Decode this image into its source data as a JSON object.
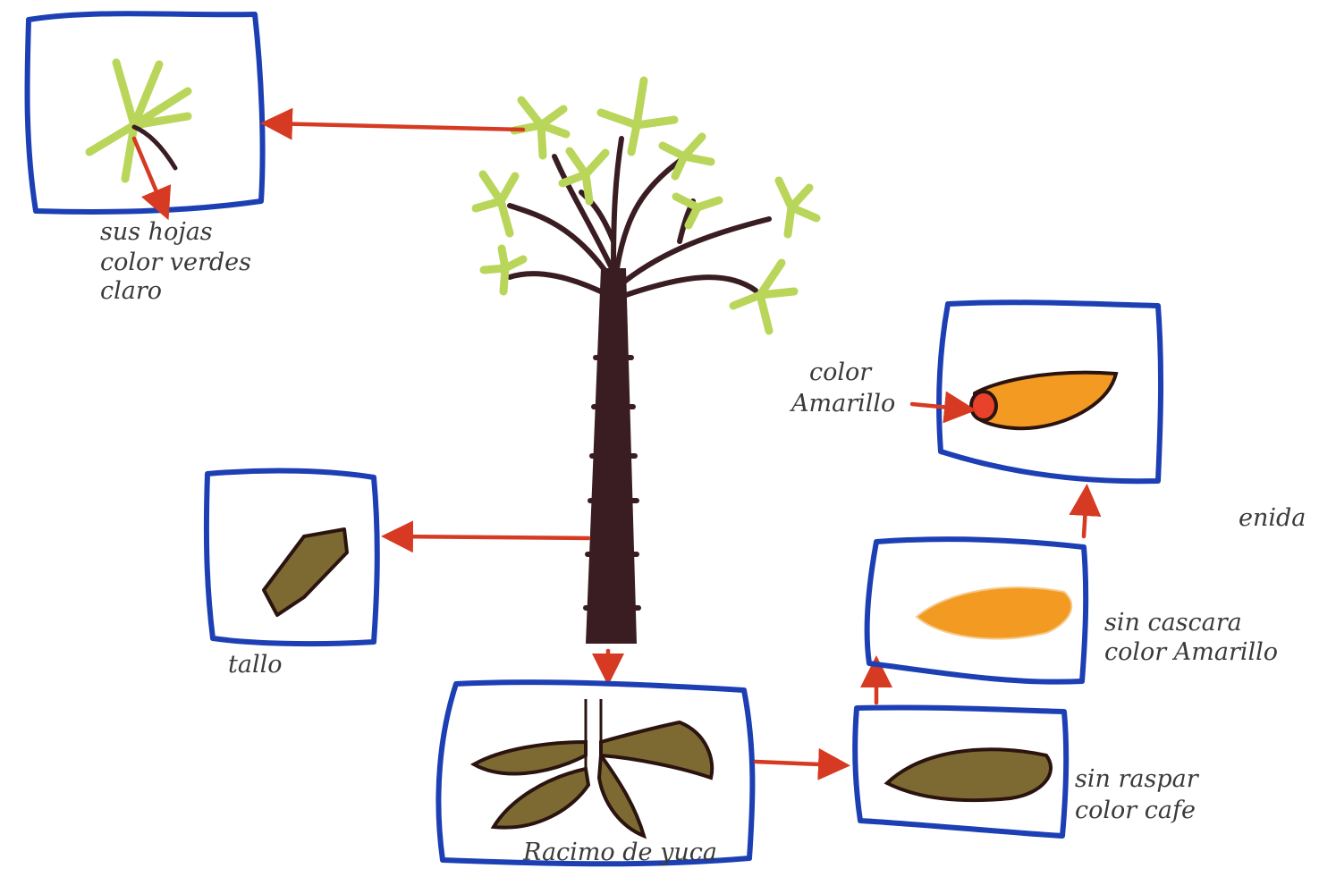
{
  "labels": {
    "leaves": [
      "sus hojas",
      "color verdes",
      "claro"
    ],
    "stem": "tallo",
    "cluster": "Racimo de yuca",
    "unpeeled": [
      "sin raspar",
      "color cafe"
    ],
    "peeled": [
      "sin cascara",
      "color Amarillo"
    ],
    "yellow": [
      "color",
      "Amarillo"
    ],
    "signature": "enida"
  },
  "colors": {
    "box": "#1c3fb4",
    "arrow": "#d63a22",
    "trunk": "#3a1d22",
    "leaf": "#b9d65a",
    "tuber_brown": "#7c6a32",
    "tuber_orange": "#f39a22"
  }
}
